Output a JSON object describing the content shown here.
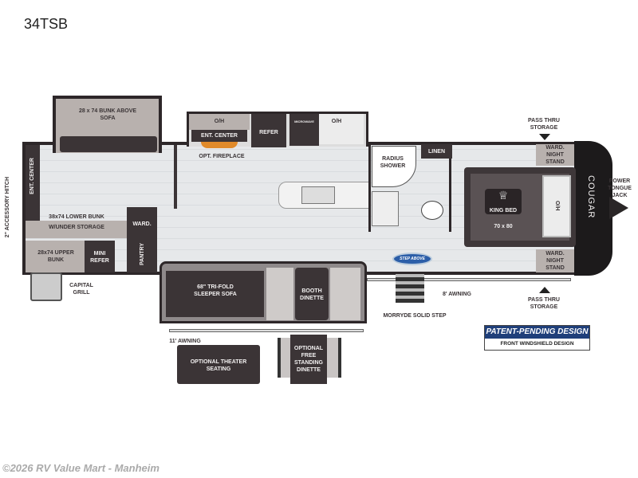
{
  "title": "34TSB",
  "labels": {
    "bunk_above_sofa": "28 x 74 BUNK ABOVE SOFA",
    "oh1": "O/H",
    "refer": "REFER",
    "microwave": "MICROWAVE",
    "oh2": "O/H",
    "ent_center_kitchen": "ENT. CENTER",
    "fireplace": "OPT. FIREPLACE",
    "ent_center_left": "ENT. CENTER",
    "accessory_hitch": "2\" ACCESSORY HITCH",
    "lower_bunk": "38x74 LOWER BUNK",
    "under_storage": "W/UNDER STORAGE",
    "upper_bunk": "28x74 UPPER BUNK",
    "mini_refer": "MINI REFER",
    "ward": "WARD.",
    "pantry": "PANTRY",
    "capital_grill": "CAPITAL GRILL",
    "sofa": "68\" TRI-FOLD SLEEPER SOFA",
    "booth": "BOOTH DINETTE",
    "awning_11": "11' AWNING",
    "theater": "OPTIONAL THEATER SEATING",
    "free_dinette": "OPTIONAL FREE STANDING DINETTE",
    "radius_shower": "RADIUS SHOWER",
    "linen": "LINEN",
    "king_bed": "KING BED",
    "bed_size": "70 x 80",
    "oh_bed": "O/H",
    "ward_top": "WARD. NIGHT STAND",
    "ward_bottom": "WARD. NIGHT STAND",
    "pass_thru_top": "PASS THRU STORAGE",
    "pass_thru_bottom": "PASS THRU STORAGE",
    "tongue_jack": "POWER TONGUE JACK",
    "awning_8": "8' AWNING",
    "step": "MORRYDE SOLID STEP",
    "brand": "COUGAR",
    "stepabove": "STEP ABOVE"
  },
  "logo": {
    "title": "PATENT-PENDING DESIGN",
    "subtitle": "FRONT WINDSHIELD DESIGN"
  },
  "watermark": "©2026 RV Value Mart - Manheim"
}
